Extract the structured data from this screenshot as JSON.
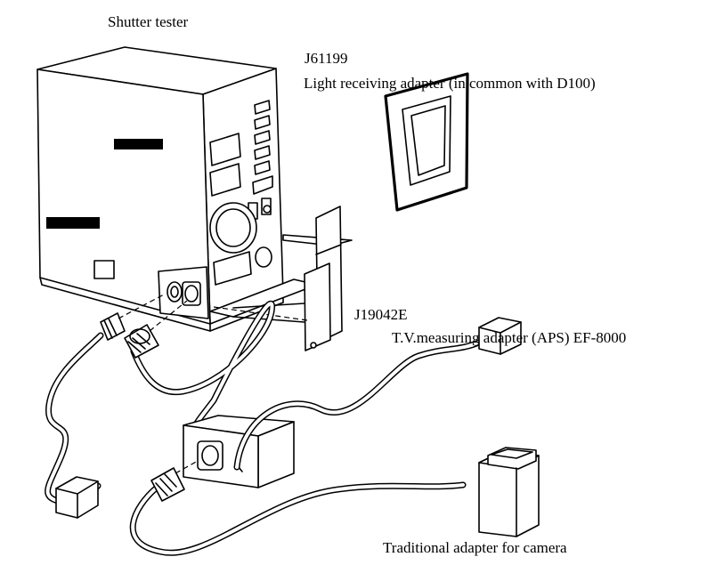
{
  "labels": {
    "shutter_tester": "Shutter tester",
    "j61199_code": "J61199",
    "light_receiving_adapter": "Light receiving adapter  (in common with D100)",
    "j19042e_code": "J19042E",
    "tv_measuring_adapter": "T.V.measuring adapter (APS) EF-8000",
    "traditional_adapter": "Traditional adapter for camera"
  },
  "icons": [
    "shutter-tester-unit",
    "light-receiving-adapter",
    "mounting-bracket",
    "tv-measuring-adapter-box",
    "traditional-adapter",
    "sensor-head",
    "cable-connector"
  ]
}
